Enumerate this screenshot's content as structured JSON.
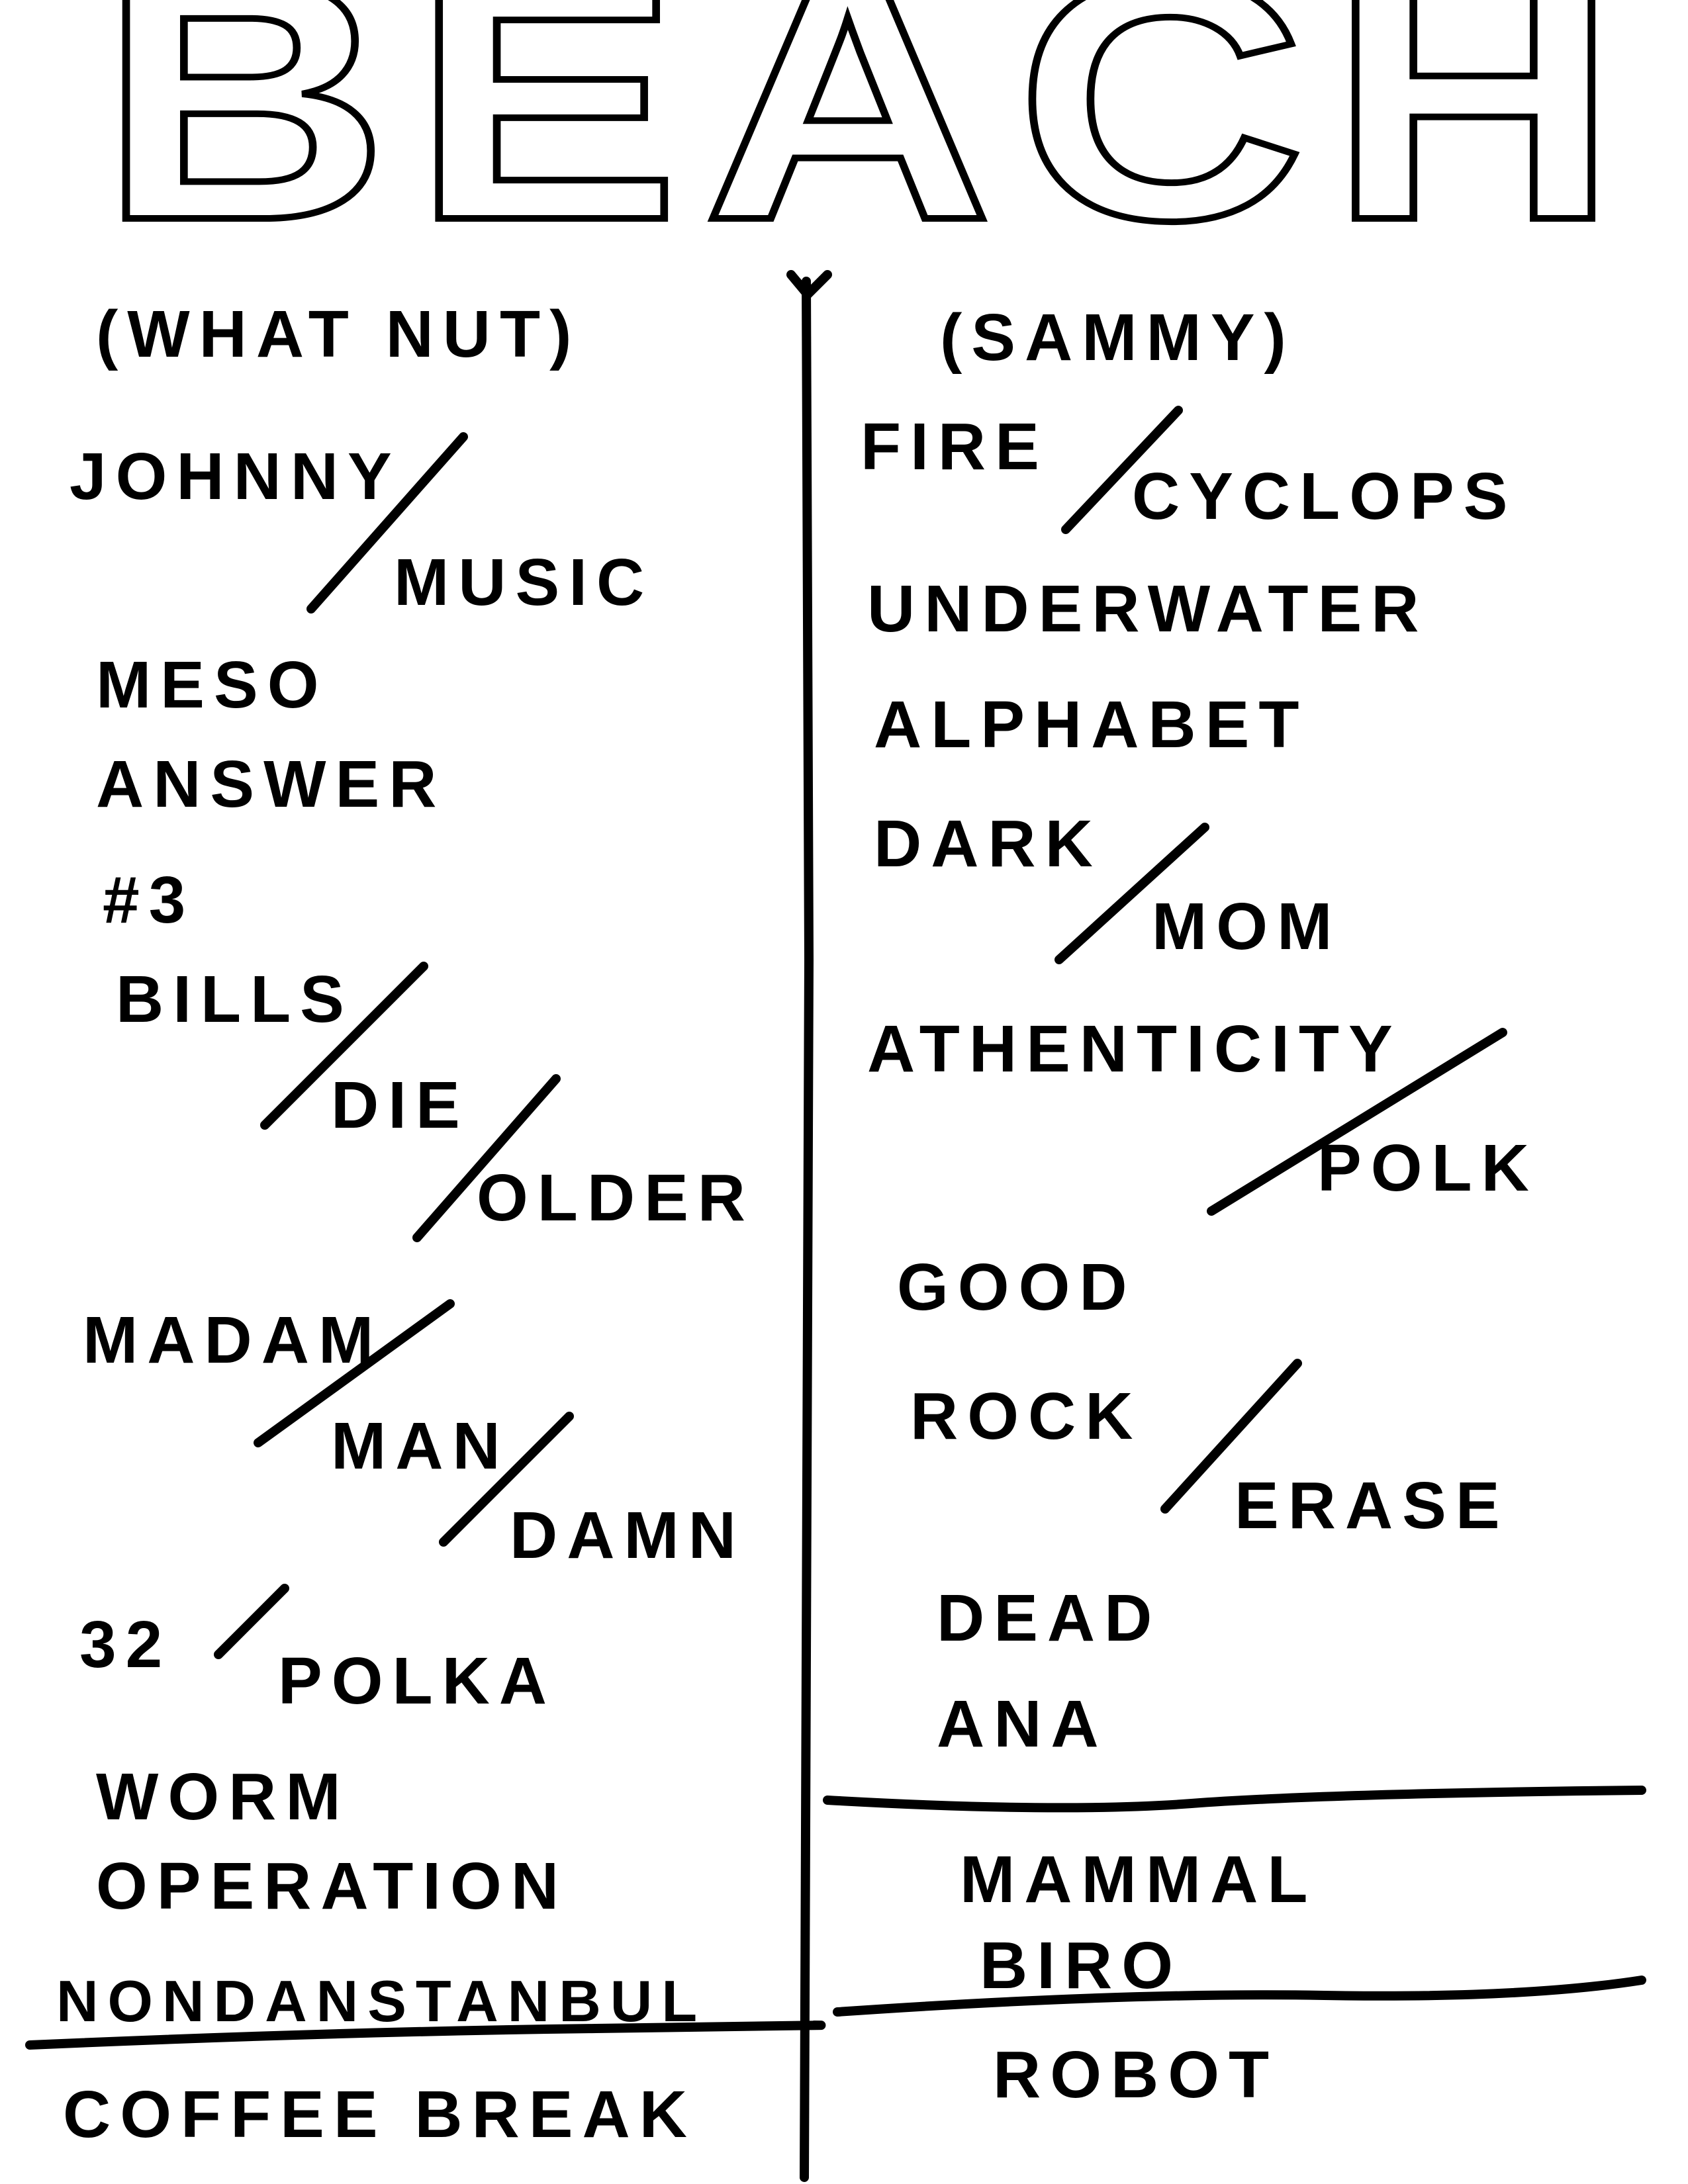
{
  "title": "BEACH",
  "left": {
    "heading": "(WHAT NUT)",
    "items": [
      "JOHNNY",
      "MUSIC",
      "MESO",
      "ANSWER",
      "#3",
      "BILLS",
      "DIE",
      "OLDER",
      "MADAM",
      "MAN",
      "DAMN",
      "32",
      "POLKA",
      "WORM",
      "OPERATION",
      "NONDANSTANBUL"
    ],
    "footer": "COFFEE BREAK"
  },
  "right": {
    "heading": "(SAMMY)",
    "items": [
      "FIRE",
      "CYCLOPS",
      "UNDERWATER",
      "ALPHABET",
      "DARK",
      "MOM",
      "ATHENTICITY",
      "POLK",
      "GOOD",
      "ROCK",
      "ERASE",
      "DEAD",
      "ANA"
    ],
    "box1": [
      "MAMMAL",
      "BIRO"
    ],
    "box2": [
      "ROBOT"
    ]
  }
}
